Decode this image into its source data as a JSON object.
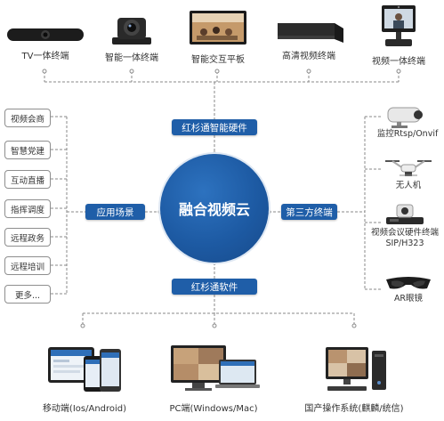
{
  "top_devices": [
    {
      "label": "TV一体终端"
    },
    {
      "label": "智能一体终端"
    },
    {
      "label": "智能交互平板"
    },
    {
      "label": "高清视频终端"
    },
    {
      "label": "视频一体终端"
    }
  ],
  "hub": {
    "center": "融合视频云",
    "top": "红杉通智能硬件",
    "left": "应用场景",
    "right": "第三方终端",
    "bottom": "红杉通软件"
  },
  "scenarios": [
    "视频会商",
    "智慧党建",
    "互动直播",
    "指挥调度",
    "远程政务",
    "远程培训",
    "更多..."
  ],
  "third_party": [
    {
      "label": "监控Rtsp/Onvif"
    },
    {
      "label": "无人机"
    },
    {
      "label": "视频会议硬件终端",
      "label2": "SIP/H323"
    },
    {
      "label": "AR眼镜"
    }
  ],
  "software": [
    {
      "label": "移动端(Ios/Android)"
    },
    {
      "label": "PC端(Windows/Mac)"
    },
    {
      "label": "国产操作系统(麒麟/统信)"
    }
  ],
  "colors": {
    "accent": "#1f5ea8",
    "line": "#8a8a8a"
  }
}
